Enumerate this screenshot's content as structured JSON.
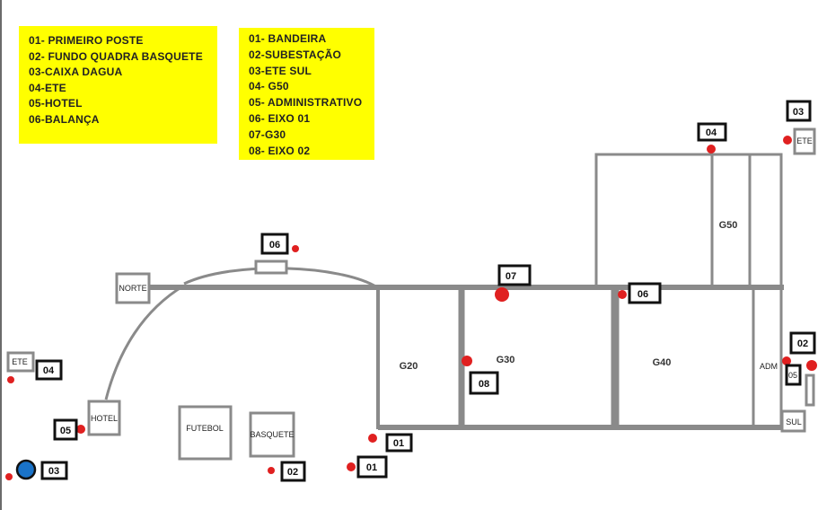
{
  "legend_left": [
    "01- PRIMEIRO POSTE",
    "02- FUNDO QUADRA BASQUETE",
    "03-CAIXA DAGUA",
    "04-ETE",
    "05-HOTEL",
    "06-BALANÇA"
  ],
  "legend_right": [
    "01- BANDEIRA",
    "02-SUBESTAÇÃO",
    "03-ETE SUL",
    "04- G50",
    "05- ADMINISTRATIVO",
    "06- EIXO 01",
    "07-G30",
    "08- EIXO 02"
  ],
  "buildings": {
    "norte": "NORTE",
    "ete_left": "ETE",
    "hotel": "HOTEL",
    "futebol": "FUTEBOL",
    "basquete": "BASQUETE",
    "g20": "G20",
    "g30": "G30",
    "g40": "G40",
    "g50": "G50",
    "adm": "ADM",
    "ete_right": "ETE",
    "sul": "SUL",
    "box_05": "05"
  },
  "markers": {
    "m06_balanca": "06",
    "m04_ete": "04",
    "m05_hotel": "05",
    "m03_caixa": "03",
    "m02_basquete": "02",
    "m01_bandeira": "01",
    "m01_poste": "01",
    "m08_eixo": "08",
    "m07_g30": "07",
    "m06_eixo": "06",
    "m04_g50": "04",
    "m03_ete_sul": "03",
    "m02_subestacao": "02"
  },
  "colors": {
    "legend_bg": "#ffff00",
    "road": "#8a8a8a",
    "point": "#e02020",
    "water_tank": "#1a73c9"
  }
}
